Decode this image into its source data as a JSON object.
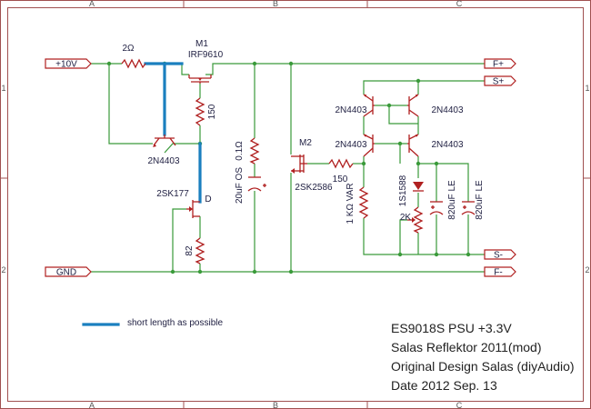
{
  "grid": {
    "columns": [
      "A",
      "B",
      "C"
    ],
    "rows": [
      "1",
      "2"
    ]
  },
  "ports": {
    "in_pos": "+10V",
    "gnd": "GND",
    "f_plus": "F+",
    "s_plus": "S+",
    "s_minus": "S-",
    "f_minus": "F-"
  },
  "components": {
    "r_2ohm": "2Ω",
    "m1_ref": "M1",
    "m1_part": "IRF9610",
    "r_150_vert": "150",
    "q_2n4403_left": "2N4403",
    "q_2sk177": "2SK177",
    "jfet_pin_d": "D",
    "r_82": "82",
    "c_20uf_os": "20uF OS",
    "r_0_1ohm": "0.1Ω",
    "m2_ref": "M2",
    "m2_part": "2SK2586",
    "r_150_horiz": "150",
    "q_top_left": "2N4403",
    "q_top_right": "2N4403",
    "q_mid_left": "2N4403",
    "q_mid_right": "2N4403",
    "r_1k_var": "1 KΩ VAR",
    "d_1s1588": "1S1588",
    "trim_2k": "2K",
    "c_820_a": "820uF LE",
    "c_820_b": "820uF LE"
  },
  "legend": {
    "text": "short length as possible",
    "color": "#1a7fbf"
  },
  "title_block": {
    "line1": "ES9018S PSU +3.3V",
    "line2": "Salas Reflektor 2011(mod)",
    "line3": "Original Design Salas (diyAudio)",
    "line4": "Date 2012 Sep. 13"
  }
}
